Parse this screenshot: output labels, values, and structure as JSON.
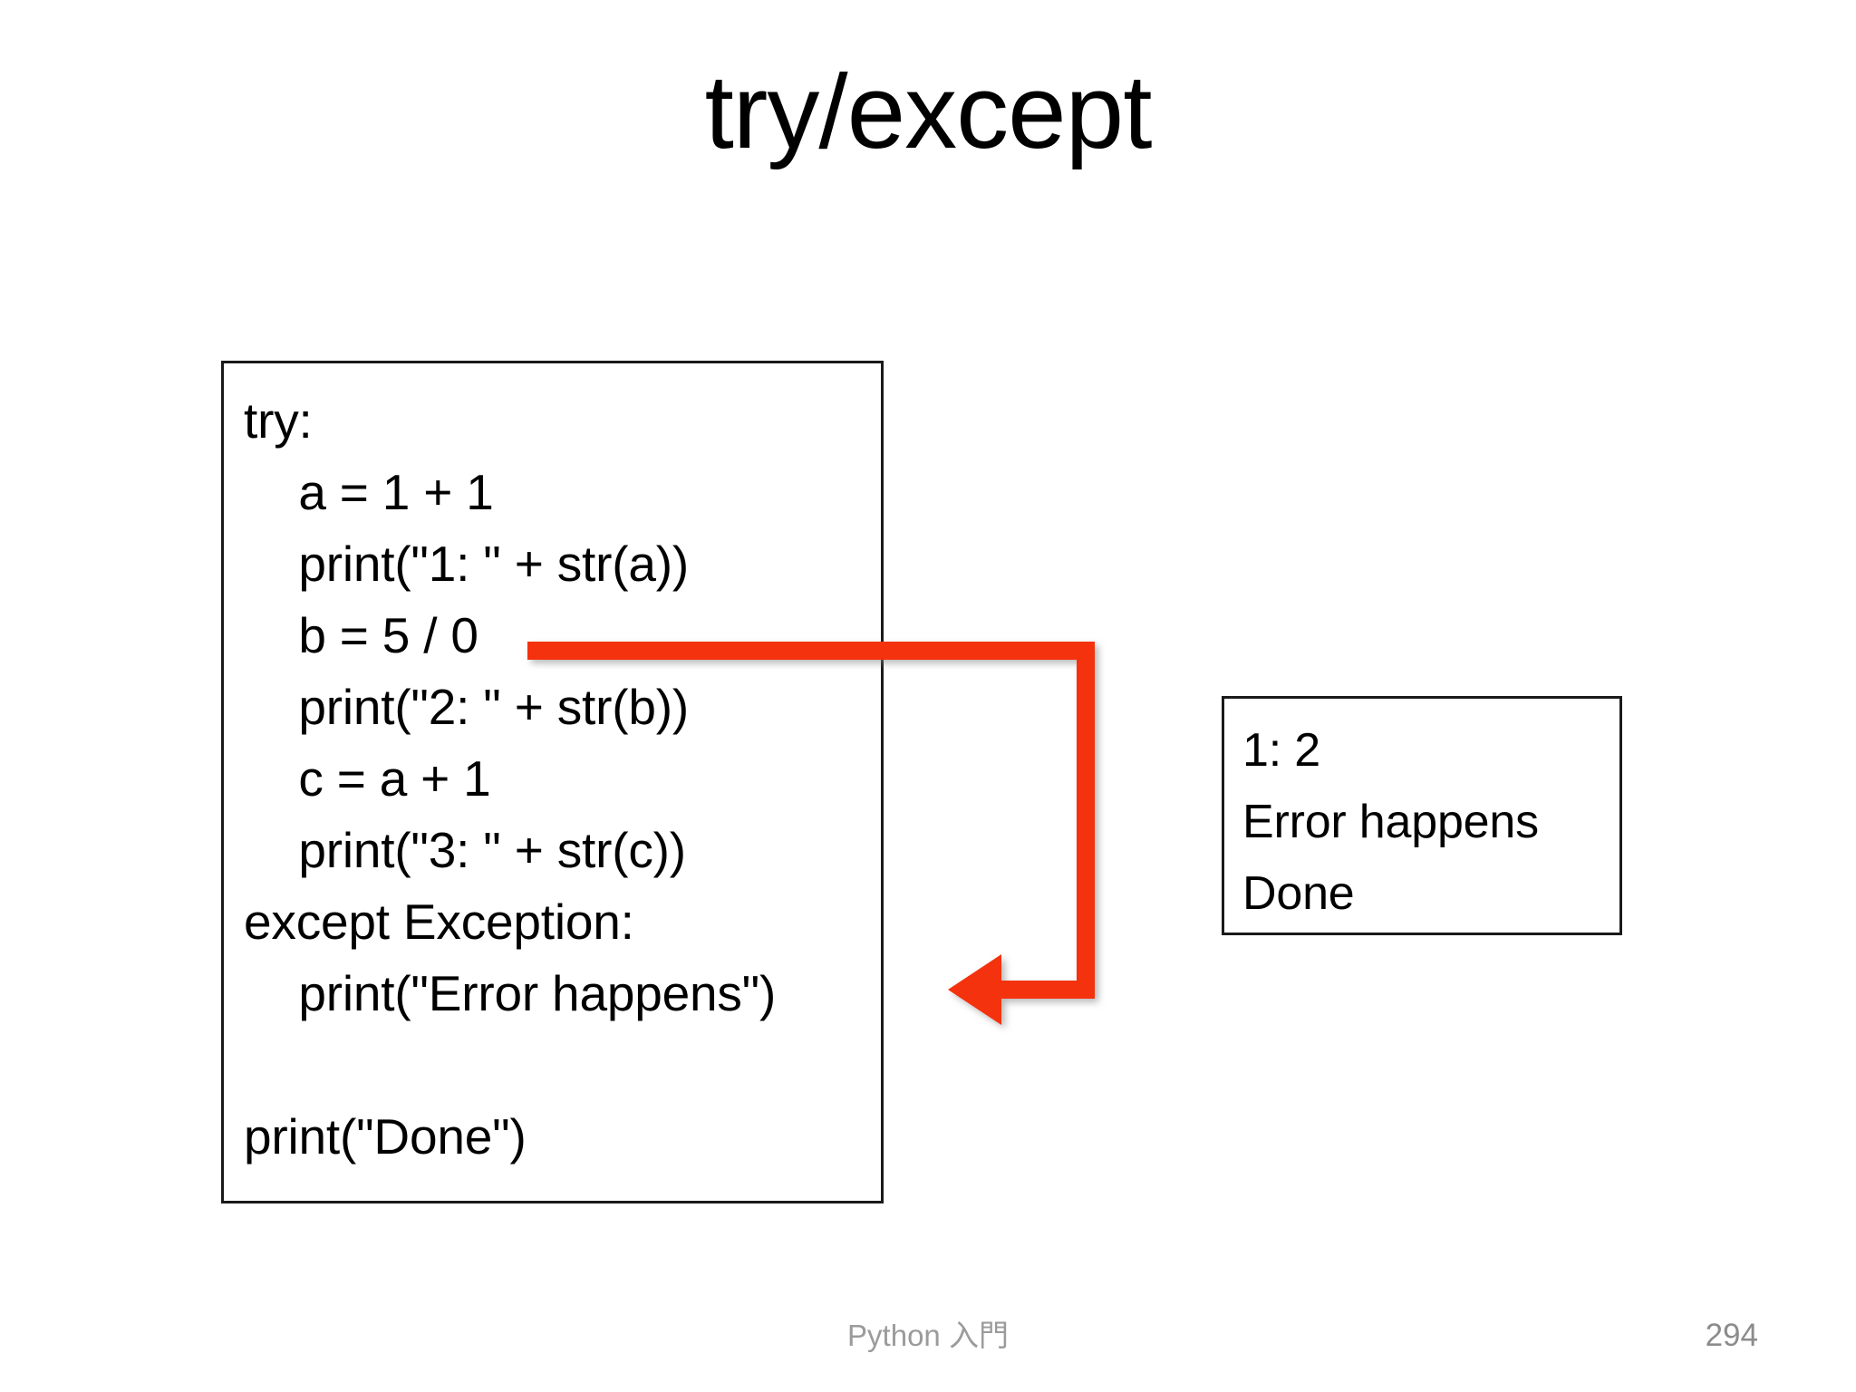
{
  "slide": {
    "title": "try/except",
    "background_color": "#ffffff",
    "accent_color": "#f4300c",
    "box_border_color": "#1a1a1a",
    "footer_text_color": "#9b9b9b"
  },
  "code_box": {
    "lines": [
      "try:",
      "    a = 1 + 1",
      "    print(\"1: \" + str(a))",
      "    b = 5 / 0",
      "    print(\"2: \" + str(b))",
      "    c = a + 1",
      "    print(\"3: \" + str(c))",
      "except Exception:",
      "    print(\"Error happens\")",
      "",
      "print(\"Done\")"
    ]
  },
  "output_box": {
    "lines": [
      "1: 2",
      "Error happens",
      "Done"
    ]
  },
  "annotation": {
    "arrow_color": "#f4300c",
    "arrow_label": "error-jump-arrow"
  },
  "footer": {
    "text": "Python 入門",
    "page_number": "294"
  }
}
